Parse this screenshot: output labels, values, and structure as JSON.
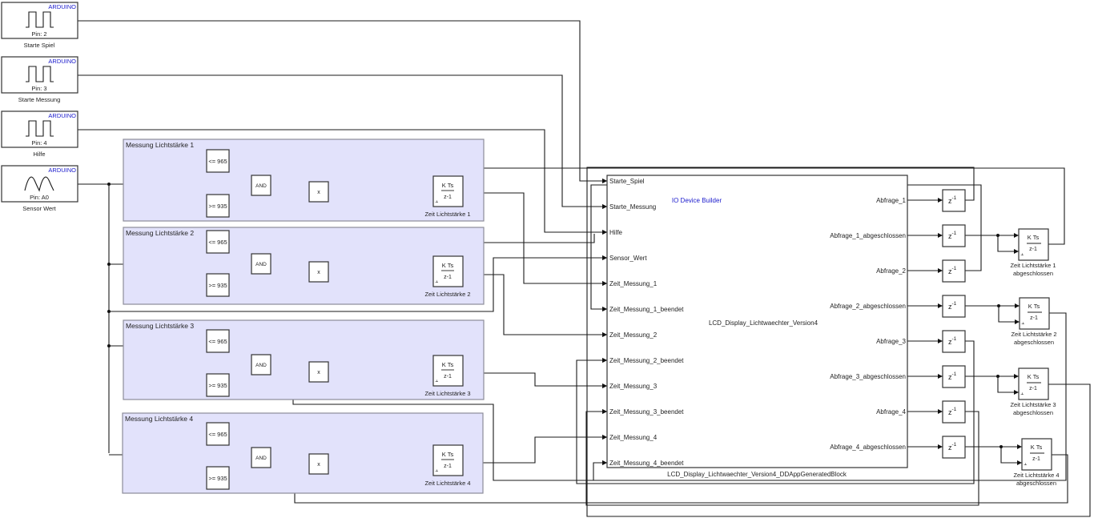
{
  "sources": [
    {
      "brand": "ARDUINO",
      "pin": "Pin: 2",
      "label": "Starte Spiel",
      "wave": "square"
    },
    {
      "brand": "ARDUINO",
      "pin": "Pin: 3",
      "label": "Starte Messung",
      "wave": "square"
    },
    {
      "brand": "ARDUINO",
      "pin": "Pin: 4",
      "label": "Hilfe",
      "wave": "square"
    },
    {
      "brand": "ARDUINO",
      "pin": "Pin: A0",
      "label": "Sensor Wert",
      "wave": "sine"
    }
  ],
  "subsystems": [
    {
      "title": "Messung Lichtstärke 1",
      "le": "<= 965",
      "ge": ">= 935",
      "and": "AND",
      "mul": "x",
      "int_num": "K Ts",
      "int_den": "z-1",
      "int_label": "Zeit Lichtstärke 1"
    },
    {
      "title": "Messung Lichtstärke 2",
      "le": "<= 965",
      "ge": ">= 935",
      "and": "AND",
      "mul": "x",
      "int_num": "K Ts",
      "int_den": "z-1",
      "int_label": "Zeit Lichtstärke 2"
    },
    {
      "title": "Messung Lichtstärke 3",
      "le": "<= 965",
      "ge": ">= 935",
      "and": "AND",
      "mul": "x",
      "int_num": "K Ts",
      "int_den": "z-1",
      "int_label": "Zeit Lichtstärke 3"
    },
    {
      "title": "Messung Lichtstärke 4",
      "le": "<= 965",
      "ge": ">= 935",
      "and": "AND",
      "mul": "x",
      "int_num": "K Ts",
      "int_den": "z-1",
      "int_label": "Zeit Lichtstärke 4"
    }
  ],
  "device": {
    "header": "IO Device Builder",
    "inner_name": "LCD_Display_Lichtwaechter_Version4",
    "block_name": "LCD_Display_Lichtwaechter_Version4_DDAppGeneratedBlock",
    "inputs": [
      "Starte_Spiel",
      "Starte_Messung",
      "Hilfe",
      "Sensor_Wert",
      "Zeit_Messung_1",
      "Zeit_Messung_1_beendet",
      "Zeit_Messung_2",
      "Zeit_Messung_2_beendet",
      "Zeit_Messung_3",
      "Zeit_Messung_3_beendet",
      "Zeit_Messung_4",
      "Zeit_Messung_4_beendet"
    ],
    "outputs": [
      "Abfrage_1",
      "Abfrage_1_abgeschlossen",
      "Abfrage_2",
      "Abfrage_2_abgeschlossen",
      "Abfrage_3",
      "Abfrage_3_abgeschlossen",
      "Abfrage_4",
      "Abfrage_4_abgeschlossen"
    ]
  },
  "delays": {
    "label": "z",
    "exp": "-1",
    "count": 8
  },
  "done_integrators": [
    {
      "num": "K Ts",
      "den": "z-1",
      "label1": "Zeit Lichtstärke 1",
      "label2": "abgeschlossen"
    },
    {
      "num": "K Ts",
      "den": "z-1",
      "label1": "Zeit Lichtstärke 2",
      "label2": "abgeschlossen"
    },
    {
      "num": "K Ts",
      "den": "z-1",
      "label1": "Zeit Lichtstärke 3",
      "label2": "abgeschlossen"
    },
    {
      "num": "K Ts",
      "den": "z-1",
      "label1": "Zeit Lichtstärke 4",
      "label2": "abgeschlossen"
    }
  ],
  "colors": {
    "brand": "#1a1acc",
    "subsystem_fill": "#e2e2fb"
  }
}
